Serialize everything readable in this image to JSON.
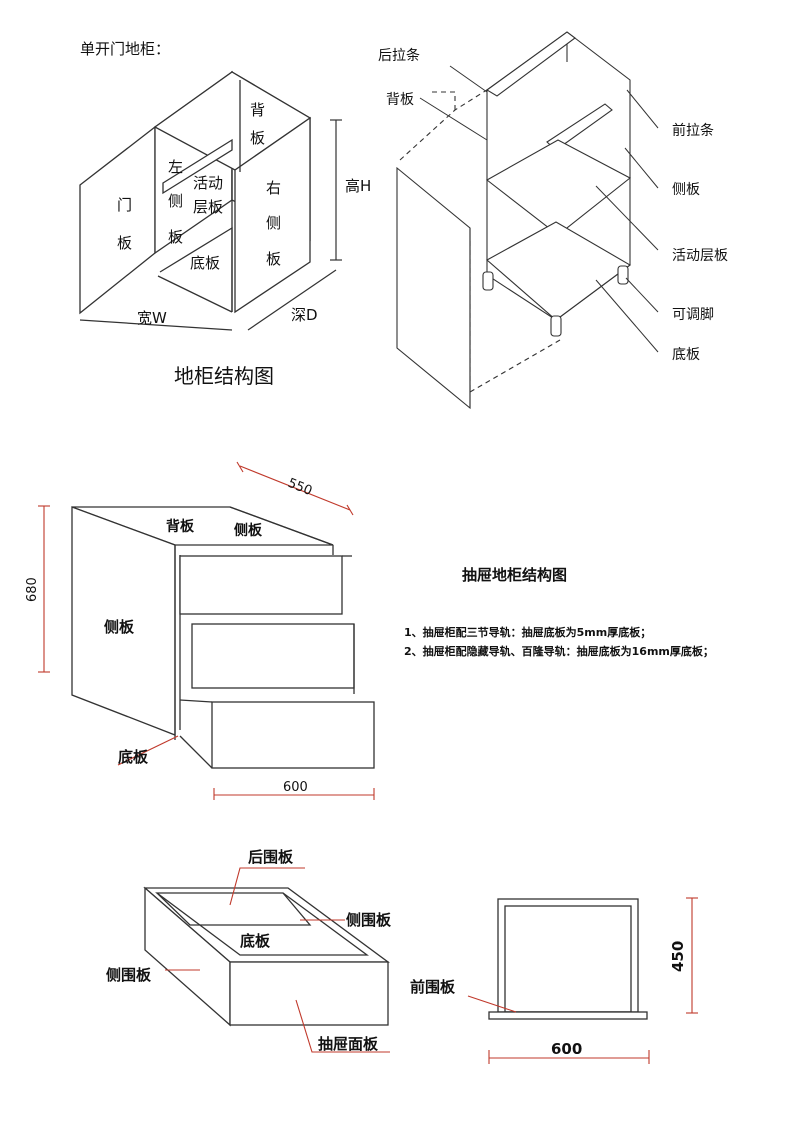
{
  "fig1": {
    "title": "单开门地柜：",
    "door": [
      "门",
      "板"
    ],
    "left_side": [
      "左",
      "侧",
      "板"
    ],
    "shelf": [
      "活动",
      "层板"
    ],
    "back": [
      "背",
      "板"
    ],
    "right_side": [
      "右",
      "侧",
      "板"
    ],
    "bottom": "底板",
    "height": "高H",
    "width": "宽W",
    "depth": "深D",
    "caption": "地柜结构图"
  },
  "fig2": {
    "labels": [
      "后拉条",
      "背板",
      "前拉条",
      "侧板",
      "活动层板",
      "可调脚",
      "底板"
    ]
  },
  "fig3": {
    "dim_depth": "550",
    "dim_height": "680",
    "dim_width": "600",
    "back": "背板",
    "side_top": "侧板",
    "side": "侧板",
    "bottom": "底板",
    "title": "抽屉地柜结构图",
    "notes": [
      "1、抽屉柜配三节导轨：抽屉底板为5mm厚底板；",
      "2、抽屉柜配隐藏导轨、百隆导轨：抽屉底板为16mm厚底板；"
    ]
  },
  "fig4": {
    "back_panel": "后围板",
    "side_panel_right": "侧围板",
    "bottom": "底板",
    "side_panel_left": "侧围板",
    "face_panel": "抽屉面板"
  },
  "fig5": {
    "front_panel": "前围板",
    "dim_height": "450",
    "dim_width": "600"
  }
}
